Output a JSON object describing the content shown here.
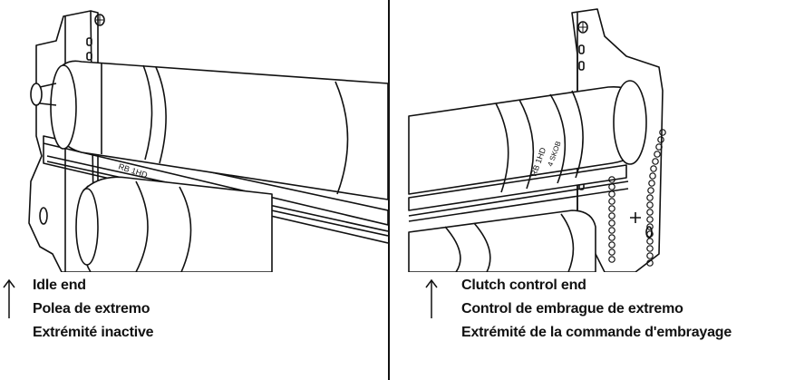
{
  "left": {
    "labels": [
      "Idle end",
      "Polea de extremo",
      "Extrémité inactive"
    ]
  },
  "right": {
    "labels": [
      "Clutch control end",
      "Control de embrague de extremo",
      "Extrémité de la commande d'embrayage"
    ]
  }
}
